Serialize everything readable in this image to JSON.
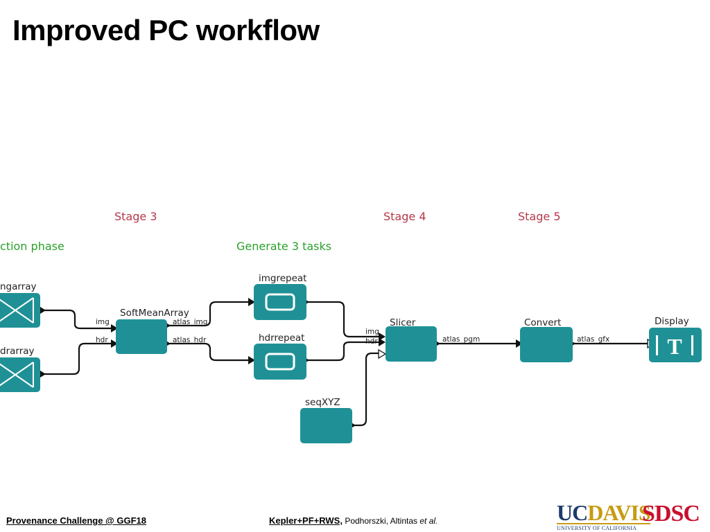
{
  "title": "Improved PC workflow",
  "diagram": {
    "stages": [
      "Stage 3",
      "Stage 4",
      "Stage 5"
    ],
    "phases": [
      "ction phase",
      "Generate 3 tasks"
    ],
    "actors": {
      "ingarray": "ngarray",
      "hdrarray": "drarray",
      "softmean": "SoftMeanArray",
      "imgrepeat": "imgrepeat",
      "hdrrepeat": "hdrrepeat",
      "seqxyz": "seqXYZ",
      "slicer": "Slicer",
      "convert": "Convert",
      "display": "Display"
    },
    "ports": {
      "softmean_in_img": "img",
      "softmean_in_hdr": "hdr",
      "softmean_out_img": "atlas_img",
      "softmean_out_hdr": "atlas_hdr",
      "slicer_in_img": "img",
      "slicer_in_hdr": "hdr",
      "slicer_out": "atlas_pgm",
      "convert_out": "atlas_gfx"
    },
    "colors": {
      "actor": "#1f9196",
      "stage": "#b5394a",
      "phase": "#2aa12a"
    }
  },
  "footer": {
    "left": "Provenance Challenge @ GGF18",
    "center_bold": "Kepler+PF+RWS,",
    "center_authors": "Podhorszki, Altintas",
    "center_etal": "et al."
  },
  "logos": {
    "uc_part1": "UC",
    "uc_part2": "DAVIS",
    "uc_sub": "UNIVERSITY OF CALIFORNIA",
    "sdsc": "SDSC"
  }
}
